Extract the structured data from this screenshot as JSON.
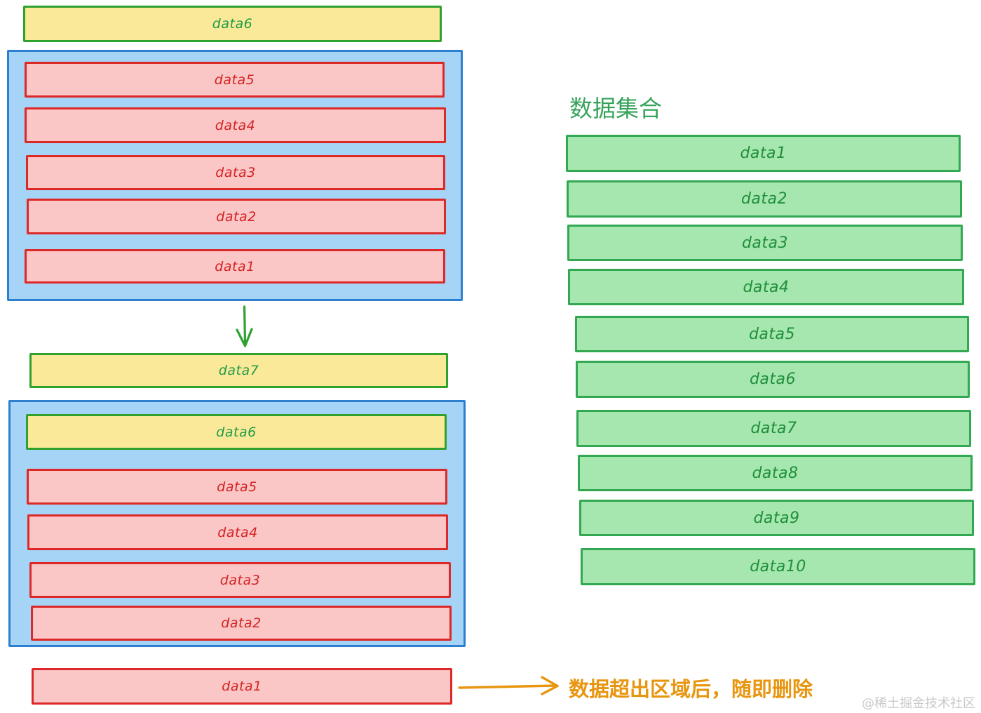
{
  "diagram": {
    "title_right": "数据集合",
    "note": "数据超出区域后，随即删除",
    "watermark": "@稀土掘金技术社区",
    "colors": {
      "yellow_fill": "#fbe99a",
      "yellow_border": "#2fa12f",
      "red_fill": "#fbc6c6",
      "red_border": "#dd2828",
      "green_fill": "#a6e6af",
      "green_border": "#32a852",
      "blue_fill": "#a6d4f7",
      "blue_border": "#2d7fd0",
      "orange_accent": "#e8950f",
      "title_green": "#35a35a"
    }
  },
  "stage_before": {
    "incoming_label": "data6",
    "viewport_items": [
      {
        "label": "data5"
      },
      {
        "label": "data4"
      },
      {
        "label": "data3"
      },
      {
        "label": "data2"
      },
      {
        "label": "data1"
      }
    ]
  },
  "stage_after": {
    "incoming_label": "data7",
    "viewport_items": [
      {
        "label": "data6"
      },
      {
        "label": "data5"
      },
      {
        "label": "data4"
      },
      {
        "label": "data3"
      },
      {
        "label": "data2"
      }
    ],
    "evicted_label": "data1"
  },
  "collection": {
    "items": [
      {
        "label": "data1"
      },
      {
        "label": "data2"
      },
      {
        "label": "data3"
      },
      {
        "label": "data4"
      },
      {
        "label": "data5"
      },
      {
        "label": "data6"
      },
      {
        "label": "data7"
      },
      {
        "label": "data8"
      },
      {
        "label": "data9"
      },
      {
        "label": "data10"
      }
    ]
  },
  "icons": {
    "down_arrow": "down-arrow-icon",
    "right_arrow": "right-arrow-icon"
  }
}
